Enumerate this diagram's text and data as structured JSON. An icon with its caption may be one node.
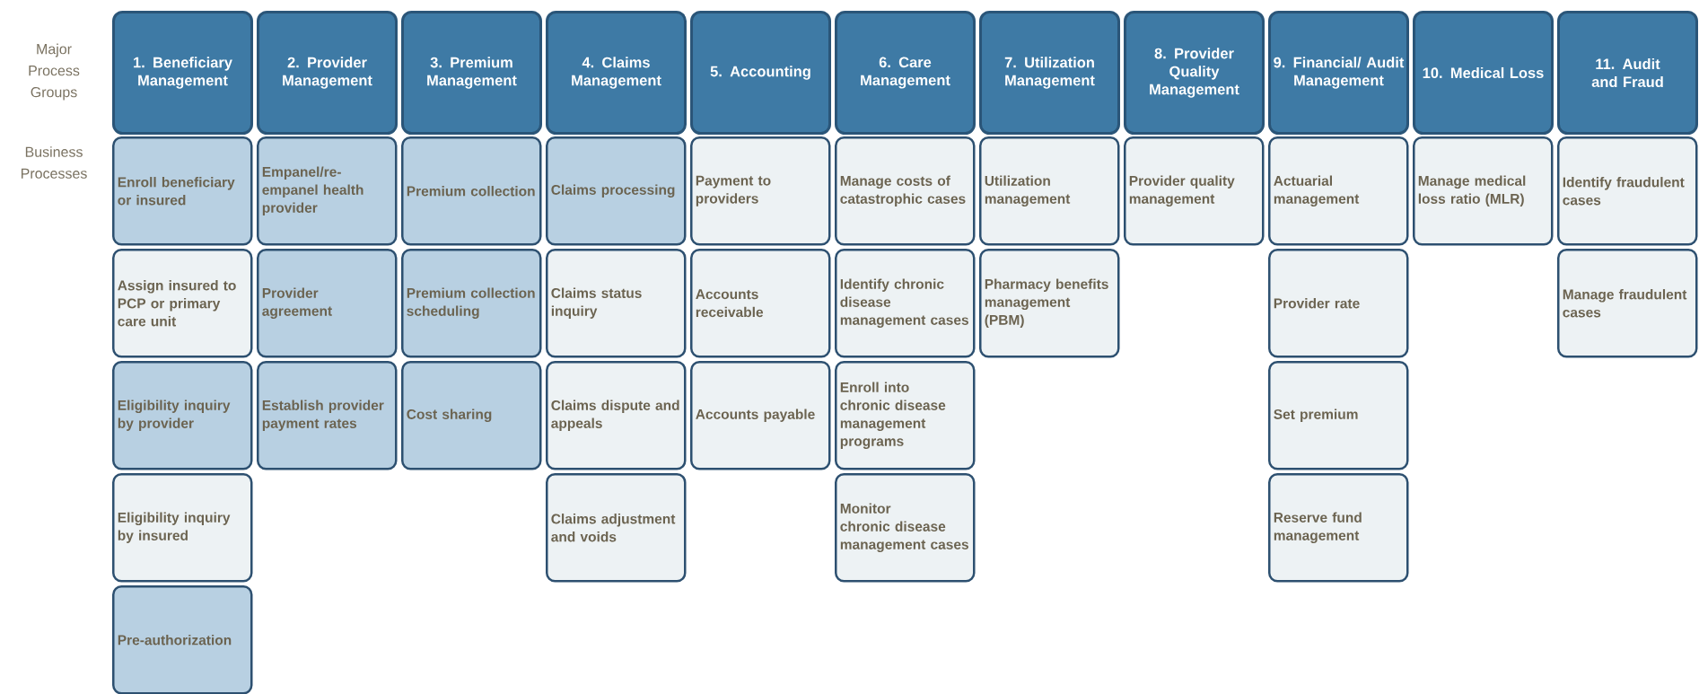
{
  "diagram": {
    "nodes": [
      {
        "text": [
          "1. Beneficiary Management"
        ]
      },
      {
        "text": [
          "2. Provider Management"
        ]
      },
      {
        "text": [
          "3. Premium Management"
        ]
      },
      {
        "text": [
          "4. Claims Management"
        ]
      },
      {
        "text": [
          "5. Accounting"
        ]
      },
      {
        "text": [
          "6. Care Management"
        ]
      },
      {
        "text": [
          "7. Utilization Management"
        ]
      },
      {
        "text": [
          "8. Provider Quality Management"
        ]
      },
      {
        "text": [
          "9. Financial/ Audit Management"
        ]
      },
      {
        "text": [
          "10. Medical Loss"
        ]
      },
      {
        "text": [
          "11. Audit and Fraud"
        ]
      },
      {
        "text": [
          "Enroll beneficiary or insured"
        ]
      },
      {
        "text": [
          "Assign insured to PCP or primary care unit"
        ]
      },
      {
        "text": [
          "Eligibility inquiry by provider"
        ]
      },
      {
        "text": [
          "Eligibility inquiry by insured"
        ]
      },
      {
        "text": [
          "Pre-authorization"
        ]
      },
      {
        "text": [
          "Empanel/re-empanel health provider"
        ]
      },
      {
        "text": [
          "Provider agreement"
        ]
      },
      {
        "text": [
          "Establish provider payment rates"
        ]
      },
      {
        "text": [
          "Premium collection"
        ]
      },
      {
        "text": [
          "Premium collection scheduling"
        ]
      },
      {
        "text": [
          "Cost sharing"
        ]
      },
      {
        "text": [
          "Claims processing"
        ]
      },
      {
        "text": [
          "Claims status inquiry"
        ]
      },
      {
        "text": [
          "Claims dispute and appeals"
        ]
      },
      {
        "text": [
          "Claims adjustment and voids"
        ]
      },
      {
        "text": [
          "Payment to providers"
        ]
      },
      {
        "text": [
          "Accounts receivable"
        ]
      },
      {
        "text": [
          "Accounts payable"
        ]
      },
      {
        "text": [
          "Manage costs of catastrophic cases"
        ]
      },
      {
        "text": [
          "Identify chronic disease management cases"
        ]
      },
      {
        "text": [
          "Enroll into chronic disease management programs"
        ]
      },
      {
        "text": [
          "Monitor chronic disease management cases"
        ]
      },
      {
        "text": [
          "Utilization management"
        ]
      },
      {
        "text": [
          "Pharmacy benefits management (PBM)"
        ]
      },
      {
        "text": [
          "Provider quality management"
        ]
      },
      {
        "text": [
          "Actuarial management"
        ]
      },
      {
        "text": [
          "Provider rate"
        ]
      },
      {
        "text": [
          "Set premium"
        ]
      },
      {
        "text": [
          "Reserve fund management"
        ]
      },
      {
        "text": [
          "Manage medical loss ratio (MLR)"
        ]
      },
      {
        "text": [
          "Identify fraudulent cases"
        ]
      },
      {
        "text": [
          "Manage fraudulent cases"
        ]
      }
    ],
    "labels": [
      "Major Process Groups",
      "Business Processes"
    ]
  }
}
